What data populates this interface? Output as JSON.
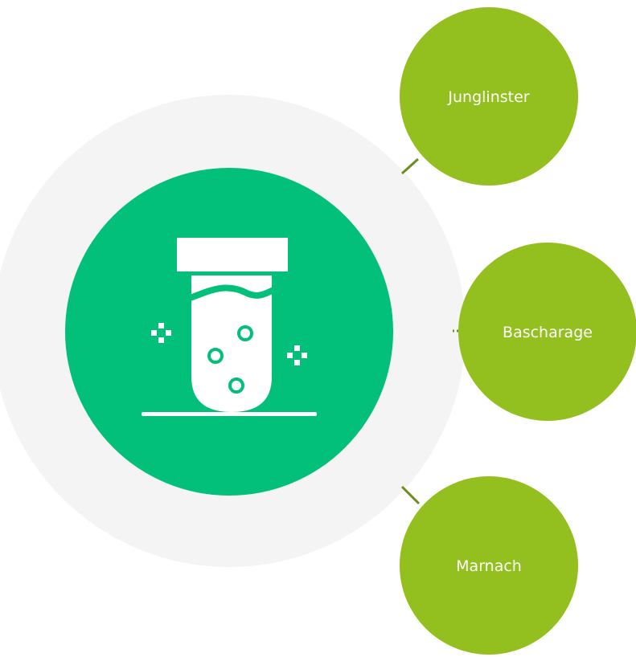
{
  "diagram": {
    "center": {
      "icon": "test-tube-icon",
      "ring_color": "#f4f4f4",
      "disc_color": "#02c07a",
      "icon_color": "#ffffff"
    },
    "nodes": [
      {
        "label": "Junglinster"
      },
      {
        "label": "Bascharage"
      },
      {
        "label": "Marnach"
      }
    ],
    "node_color": "#93c01f",
    "connector_color": "#6b8e23"
  }
}
